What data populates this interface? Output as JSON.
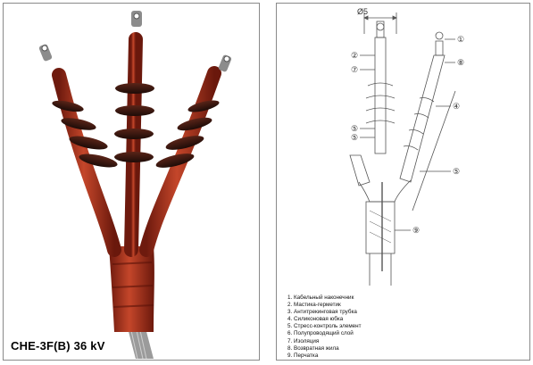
{
  "photo": {
    "caption": "CHE-3F(B)  36 kV"
  },
  "drawing": {
    "dimension_label": "Ø5",
    "callouts": [
      "①",
      "②",
      "⑦",
      "⑧",
      "④",
      "⑤",
      "⑤",
      "⑤",
      "⑨"
    ],
    "legend": [
      "1. Кабельный наконечник",
      "2. Мастика-герметик",
      "3. Антитрекинговая трубка",
      "4. Силиконовая юбка",
      "5. Стресс-контроль элемент",
      "6. Полупроводящий слой",
      "7. Изоляция",
      "8. Возвратная жила",
      "9. Перчатка"
    ]
  },
  "colors": {
    "insulator_red": "#a8331f",
    "skirt_dark": "#2a1410",
    "line": "#555555"
  }
}
